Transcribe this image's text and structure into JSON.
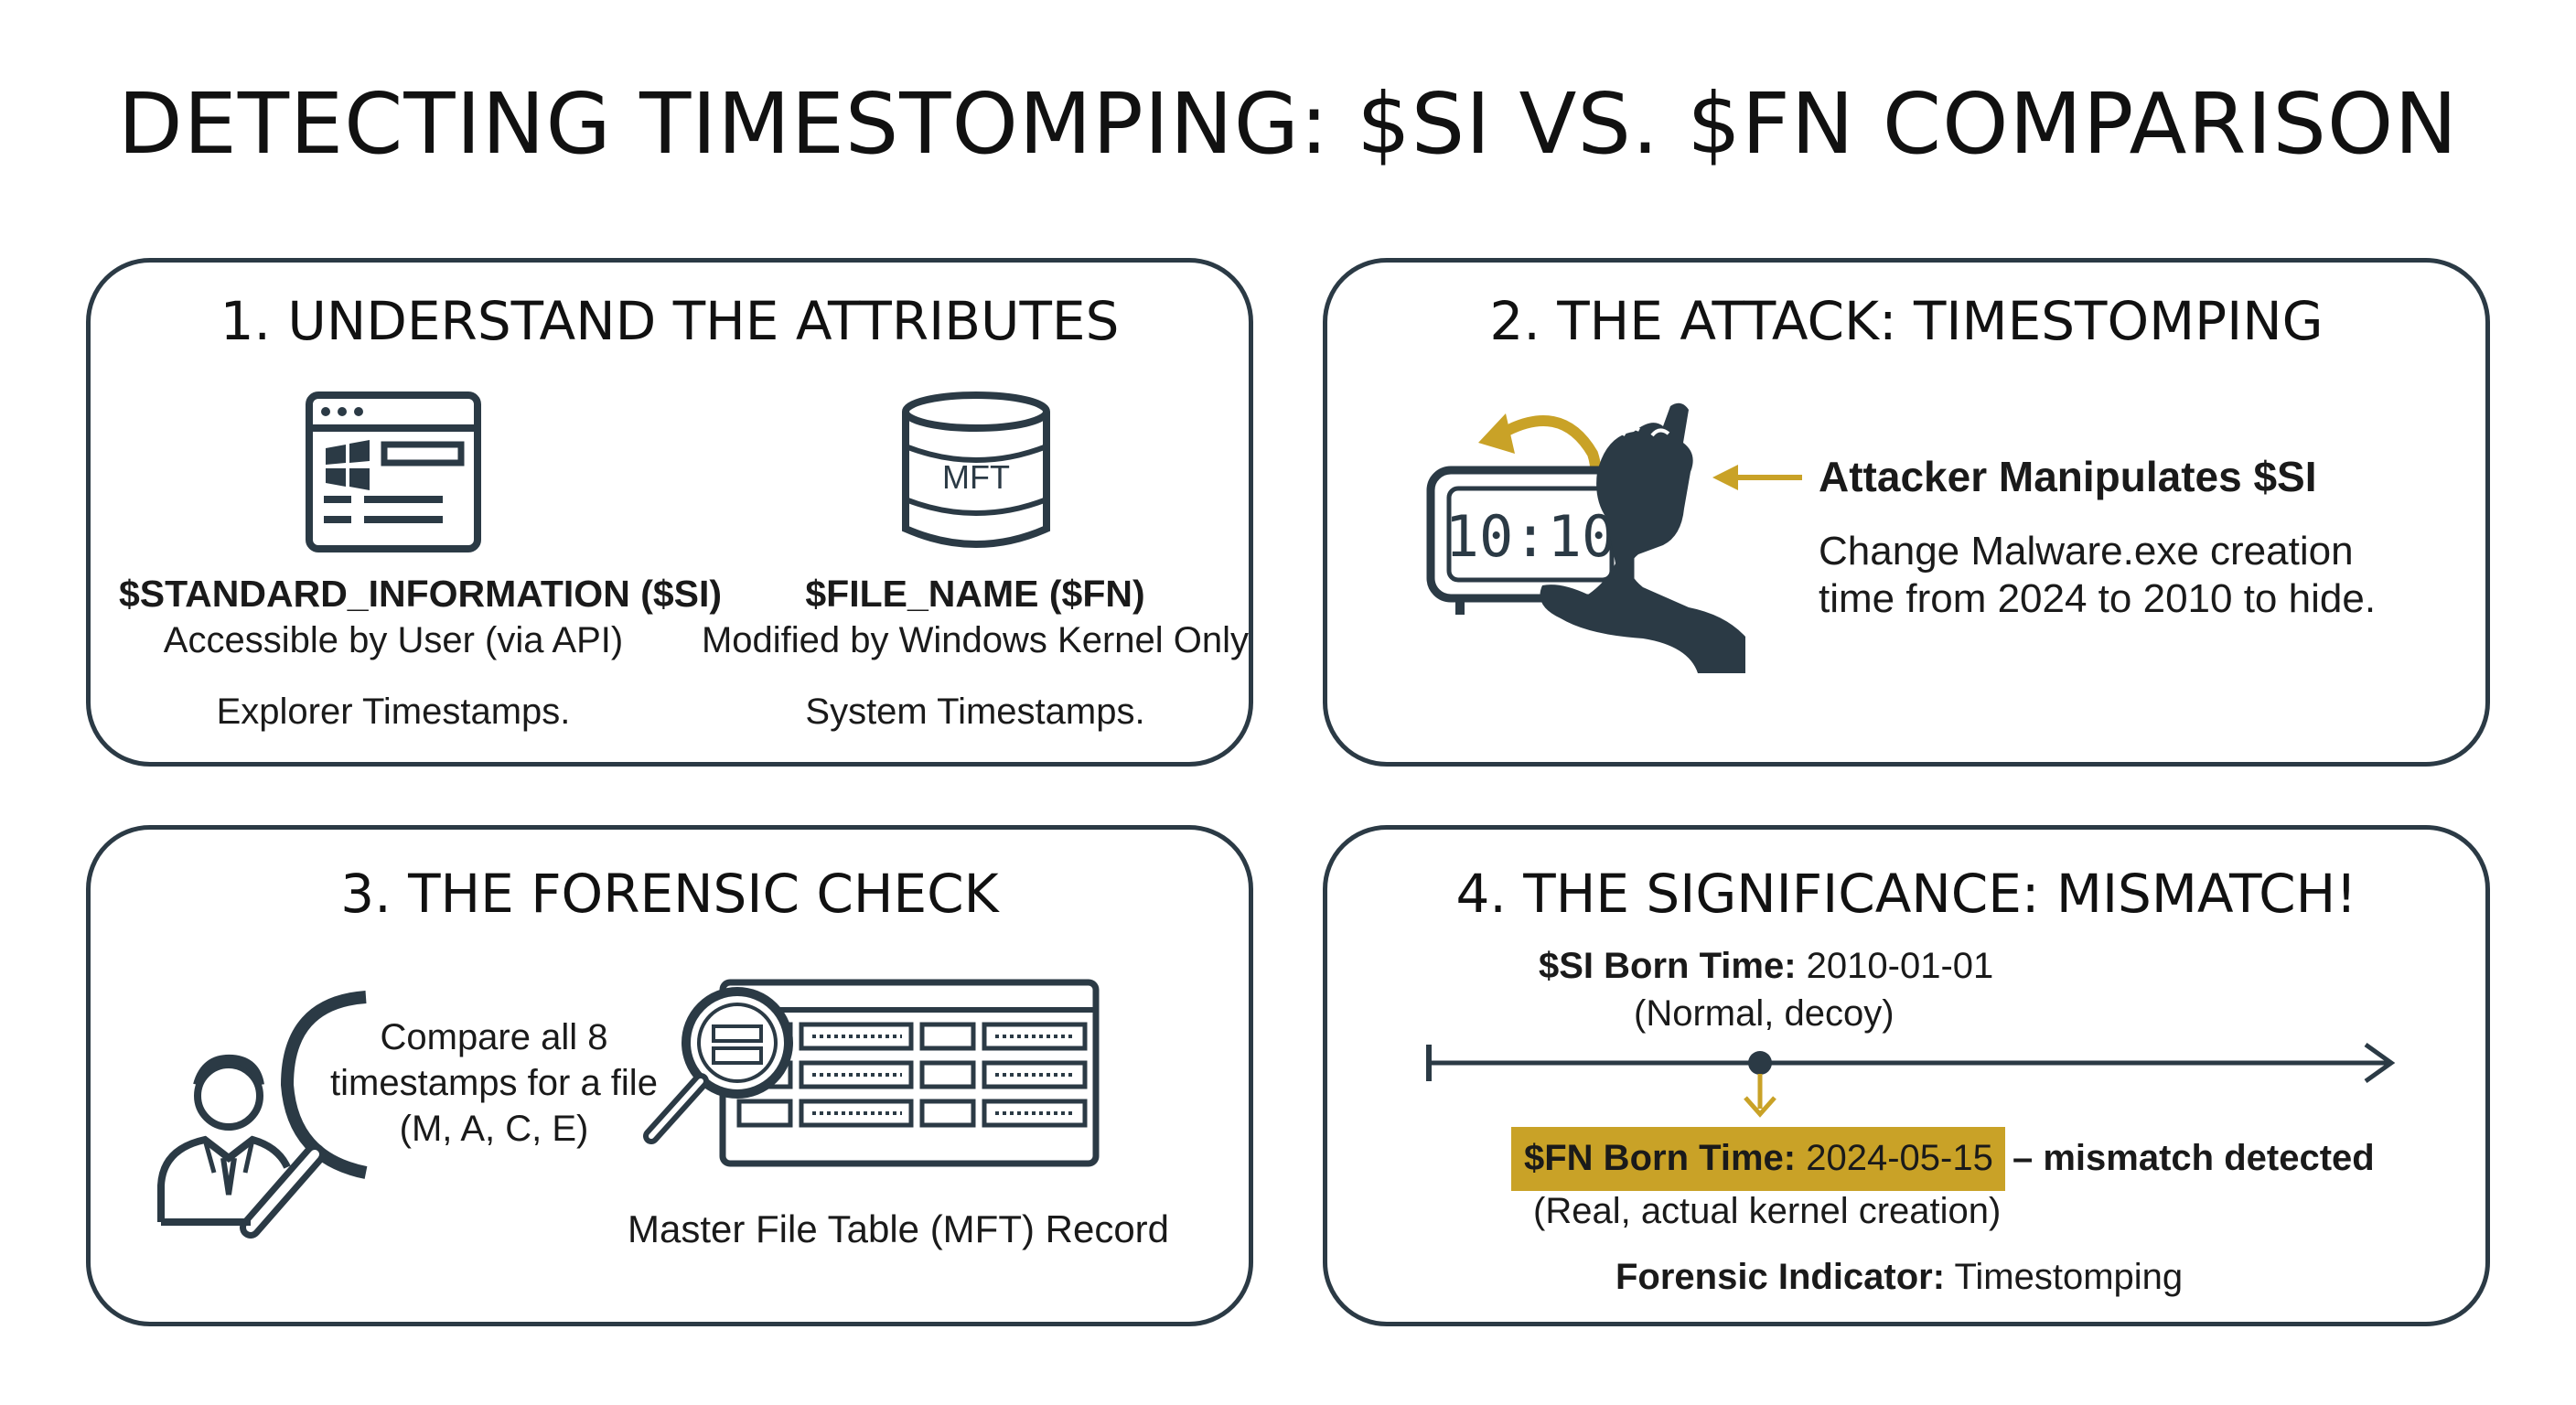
{
  "title": "DETECTING TIMESTOMPING: $SI VS. $FN COMPARISON",
  "colors": {
    "navy": "#2b3a45",
    "gold": "#c9a227",
    "text": "#1a1a1a"
  },
  "panel1": {
    "title": "1. UNDERSTAND THE ATTRIBUTES",
    "si": {
      "icon": "browser-window-icon",
      "name": "$STANDARD_INFORMATION ($SI)",
      "access": "Accessible by User (via API)",
      "desc": "Explorer Timestamps."
    },
    "fn": {
      "icon": "database-icon",
      "icon_label": "MFT",
      "name": "$FILE_NAME ($FN)",
      "access": "Modified by Windows Kernel Only",
      "desc": "System Timestamps."
    }
  },
  "panel2": {
    "title": "2. THE ATTACK: TIMESTOMPING",
    "clock_time": "10:10",
    "heading": "Attacker Manipulates $SI",
    "line1": "Change Malware.exe creation",
    "line2": "time from 2024 to 2010 to hide."
  },
  "panel3": {
    "title": "3. THE FORENSIC CHECK",
    "compare_line1": "Compare all 8",
    "compare_line2": "timestamps for a file",
    "compare_line3": "(M, A, C, E)",
    "mft_label": "Master File Table (MFT) Record"
  },
  "panel4": {
    "title": "4. THE SIGNIFICANCE: MISMATCH!",
    "si_label": "$SI Born Time:",
    "si_value": "2010-01-01",
    "si_note": "(Normal, decoy)",
    "fn_label": "$FN Born Time:",
    "fn_value": "2024-05-15",
    "fn_suffix": "– mismatch detected",
    "fn_note": "(Real, actual kernel creation)",
    "indicator_label": "Forensic Indicator:",
    "indicator_value": "Timestomping"
  }
}
